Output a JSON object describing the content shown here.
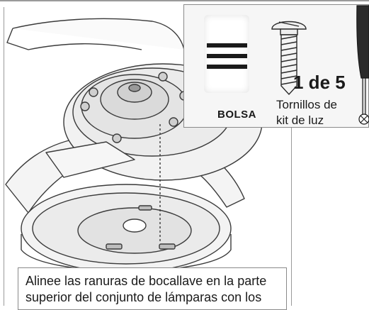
{
  "inset": {
    "bag_label": "BOLSA",
    "quantity": "1 de 5",
    "screw_label_line1": "Tornillos de",
    "screw_label_line2": "kit de luz"
  },
  "caption": {
    "line1": "Alinee las ranuras de bocallave en la parte",
    "line2": "superior del conjunto de lámparas con los"
  },
  "icons": [
    "plastic-bag-icon",
    "screw-icon",
    "screwdriver-icon"
  ]
}
